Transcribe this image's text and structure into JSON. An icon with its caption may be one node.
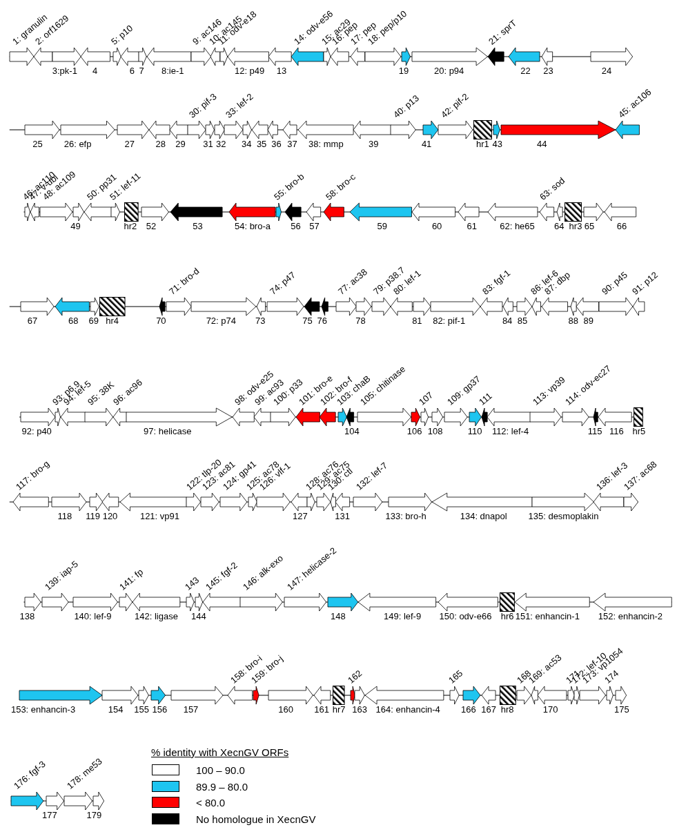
{
  "diagram": {
    "nodes": [
      {
        "text": [
          "1: granulin"
        ]
      },
      {
        "text": [
          "2: orf1629"
        ]
      },
      {
        "text": [
          "3:pk-1"
        ]
      },
      {
        "text": [
          "4"
        ]
      },
      {
        "text": [
          "5: p10"
        ]
      },
      {
        "text": [
          "6"
        ]
      },
      {
        "text": [
          "7"
        ]
      },
      {
        "text": [
          "8:ie-1"
        ]
      },
      {
        "text": [
          "9: ac146"
        ]
      },
      {
        "text": [
          "10: ac145"
        ]
      },
      {
        "text": [
          "11: odv-e18"
        ]
      },
      {
        "text": [
          "12: p49"
        ]
      },
      {
        "text": [
          "13"
        ]
      },
      {
        "text": [
          "14: odv-e56"
        ]
      },
      {
        "text": [
          "15: ac29"
        ]
      },
      {
        "text": [
          "16: pep"
        ]
      },
      {
        "text": [
          "17: pep"
        ]
      },
      {
        "text": [
          "18: pep/p10"
        ]
      },
      {
        "text": [
          "19"
        ]
      },
      {
        "text": [
          "20: p94"
        ]
      },
      {
        "text": [
          "21: sprT"
        ]
      },
      {
        "text": [
          "22"
        ]
      },
      {
        "text": [
          "23"
        ]
      },
      {
        "text": [
          "24"
        ]
      },
      {
        "text": [
          "25"
        ]
      },
      {
        "text": [
          "26: efp"
        ]
      },
      {
        "text": [
          "27"
        ]
      },
      {
        "text": [
          "28"
        ]
      },
      {
        "text": [
          "29"
        ]
      },
      {
        "text": [
          "30: pif-3"
        ]
      },
      {
        "text": [
          "31"
        ]
      },
      {
        "text": [
          "32"
        ]
      },
      {
        "text": [
          "33: lef-2"
        ]
      },
      {
        "text": [
          "34"
        ]
      },
      {
        "text": [
          "35"
        ]
      },
      {
        "text": [
          "36"
        ]
      },
      {
        "text": [
          "37"
        ]
      },
      {
        "text": [
          "38: mmp"
        ]
      },
      {
        "text": [
          "39"
        ]
      },
      {
        "text": [
          "40: p13"
        ]
      },
      {
        "text": [
          "41"
        ]
      },
      {
        "text": [
          "42: pif-2"
        ]
      },
      {
        "text": [
          "hr1"
        ]
      },
      {
        "text": [
          "43"
        ]
      },
      {
        "text": [
          "44"
        ]
      },
      {
        "text": [
          "45: ac106"
        ]
      },
      {
        "text": [
          "46: ac110"
        ]
      },
      {
        "text": [
          "47: v-ubi"
        ]
      },
      {
        "text": [
          "48: ac109"
        ]
      },
      {
        "text": [
          "49"
        ]
      },
      {
        "text": [
          "50: pp31"
        ]
      },
      {
        "text": [
          "51: lef-11"
        ]
      },
      {
        "text": [
          "hr2"
        ]
      },
      {
        "text": [
          "52"
        ]
      },
      {
        "text": [
          "53"
        ]
      },
      {
        "text": [
          "54: bro-a"
        ]
      },
      {
        "text": [
          "55: bro-b"
        ]
      },
      {
        "text": [
          "56"
        ]
      },
      {
        "text": [
          "57"
        ]
      },
      {
        "text": [
          "58: bro-c"
        ]
      },
      {
        "text": [
          "59"
        ]
      },
      {
        "text": [
          "60"
        ]
      },
      {
        "text": [
          "61"
        ]
      },
      {
        "text": [
          "62: he65"
        ]
      },
      {
        "text": [
          "63: sod"
        ]
      },
      {
        "text": [
          "64"
        ]
      },
      {
        "text": [
          "hr3"
        ]
      },
      {
        "text": [
          "65"
        ]
      },
      {
        "text": [
          "66"
        ]
      },
      {
        "text": [
          "67"
        ]
      },
      {
        "text": [
          "68"
        ]
      },
      {
        "text": [
          "69"
        ]
      },
      {
        "text": [
          "hr4"
        ]
      },
      {
        "text": [
          "70"
        ]
      },
      {
        "text": [
          "71: bro-d"
        ]
      },
      {
        "text": [
          "72: p74"
        ]
      },
      {
        "text": [
          "73"
        ]
      },
      {
        "text": [
          "74: p47"
        ]
      },
      {
        "text": [
          "75"
        ]
      },
      {
        "text": [
          "76"
        ]
      },
      {
        "text": [
          "77: ac38"
        ]
      },
      {
        "text": [
          "78"
        ]
      },
      {
        "text": [
          "79: p38.7"
        ]
      },
      {
        "text": [
          "80: lef-1"
        ]
      },
      {
        "text": [
          "81"
        ]
      },
      {
        "text": [
          "82: pif-1"
        ]
      },
      {
        "text": [
          "83: fgf-1"
        ]
      },
      {
        "text": [
          "84"
        ]
      },
      {
        "text": [
          "85"
        ]
      },
      {
        "text": [
          "86: lef-6"
        ]
      },
      {
        "text": [
          "87: dbp"
        ]
      },
      {
        "text": [
          "88"
        ]
      },
      {
        "text": [
          "89"
        ]
      },
      {
        "text": [
          "90: p45"
        ]
      },
      {
        "text": [
          "91: p12"
        ]
      },
      {
        "text": [
          "92: p40"
        ]
      },
      {
        "text": [
          "93: p6.9"
        ]
      },
      {
        "text": [
          "94: lef-5"
        ]
      },
      {
        "text": [
          "95: 38K"
        ]
      },
      {
        "text": [
          "96: ac96"
        ]
      },
      {
        "text": [
          "97: helicase"
        ]
      },
      {
        "text": [
          "98: odv-e25"
        ]
      },
      {
        "text": [
          "99: ac93"
        ]
      },
      {
        "text": [
          "100: p33"
        ]
      },
      {
        "text": [
          "101: bro-e"
        ]
      },
      {
        "text": [
          "102: bro-f"
        ]
      },
      {
        "text": [
          "103: chaB"
        ]
      },
      {
        "text": [
          "104"
        ]
      },
      {
        "text": [
          "105: chitinase"
        ]
      },
      {
        "text": [
          "106"
        ]
      },
      {
        "text": [
          "107"
        ]
      },
      {
        "text": [
          "108"
        ]
      },
      {
        "text": [
          "109: gp37"
        ]
      },
      {
        "text": [
          "110"
        ]
      },
      {
        "text": [
          "111"
        ]
      },
      {
        "text": [
          "112: lef-4"
        ]
      },
      {
        "text": [
          "113: vp39"
        ]
      },
      {
        "text": [
          "114: odv-ec27"
        ]
      },
      {
        "text": [
          "115"
        ]
      },
      {
        "text": [
          "116"
        ]
      },
      {
        "text": [
          "hr5"
        ]
      },
      {
        "text": [
          "117: bro-g"
        ]
      },
      {
        "text": [
          "118"
        ]
      },
      {
        "text": [
          "119"
        ]
      },
      {
        "text": [
          "120"
        ]
      },
      {
        "text": [
          "121: vp91"
        ]
      },
      {
        "text": [
          "122: tlp-20"
        ]
      },
      {
        "text": [
          "123: ac81"
        ]
      },
      {
        "text": [
          "124: gp41"
        ]
      },
      {
        "text": [
          "125: ac78"
        ]
      },
      {
        "text": [
          "126: vlf-1"
        ]
      },
      {
        "text": [
          "127"
        ]
      },
      {
        "text": [
          "128: ac76"
        ]
      },
      {
        "text": [
          "129: ac75"
        ]
      },
      {
        "text": [
          "130: ctl"
        ]
      },
      {
        "text": [
          "131"
        ]
      },
      {
        "text": [
          "132: lef-7"
        ]
      },
      {
        "text": [
          "133: bro-h"
        ]
      },
      {
        "text": [
          "134: dnapol"
        ]
      },
      {
        "text": [
          "135: desmoplakin"
        ]
      },
      {
        "text": [
          "136: lef-3"
        ]
      },
      {
        "text": [
          "137: ac68"
        ]
      },
      {
        "text": [
          "138"
        ]
      },
      {
        "text": [
          "139: iap-5"
        ]
      },
      {
        "text": [
          "140: lef-9"
        ]
      },
      {
        "text": [
          "141: fp"
        ]
      },
      {
        "text": [
          "142: ligase"
        ]
      },
      {
        "text": [
          "143"
        ]
      },
      {
        "text": [
          "144"
        ]
      },
      {
        "text": [
          "145: fgf-2"
        ]
      },
      {
        "text": [
          "146: alk-exo"
        ]
      },
      {
        "text": [
          "147: helicase-2"
        ]
      },
      {
        "text": [
          "148"
        ]
      },
      {
        "text": [
          "149: lef-9"
        ]
      },
      {
        "text": [
          "150: odv-e66"
        ]
      },
      {
        "text": [
          "hr6"
        ]
      },
      {
        "text": [
          "151: enhancin-1"
        ]
      },
      {
        "text": [
          "152: enhancin-2"
        ]
      },
      {
        "text": [
          "153: enhancin-3"
        ]
      },
      {
        "text": [
          "154"
        ]
      },
      {
        "text": [
          "155"
        ]
      },
      {
        "text": [
          "156"
        ]
      },
      {
        "text": [
          "157"
        ]
      },
      {
        "text": [
          "158: bro-i"
        ]
      },
      {
        "text": [
          "159: bro-j"
        ]
      },
      {
        "text": [
          "160"
        ]
      },
      {
        "text": [
          "161"
        ]
      },
      {
        "text": [
          "hr7"
        ]
      },
      {
        "text": [
          "162"
        ]
      },
      {
        "text": [
          "163"
        ]
      },
      {
        "text": [
          "164: enhancin-4"
        ]
      },
      {
        "text": [
          "165"
        ]
      },
      {
        "text": [
          "166"
        ]
      },
      {
        "text": [
          "167"
        ]
      },
      {
        "text": [
          "hr8"
        ]
      },
      {
        "text": [
          "168"
        ]
      },
      {
        "text": [
          "169: ac53"
        ]
      },
      {
        "text": [
          "170"
        ]
      },
      {
        "text": [
          "171"
        ]
      },
      {
        "text": [
          "172: lef-10"
        ]
      },
      {
        "text": [
          "173: vp1054"
        ]
      },
      {
        "text": [
          "174"
        ]
      },
      {
        "text": [
          "175"
        ]
      },
      {
        "text": [
          "176: fgf-3"
        ]
      },
      {
        "text": [
          "177"
        ]
      },
      {
        "text": [
          "178: me53"
        ]
      },
      {
        "text": [
          "179"
        ]
      }
    ],
    "labels": [
      "% identity with XecnGV ORFs"
    ],
    "legend": [
      {
        "text": "100 – 90.0",
        "color": "#ffffff"
      },
      {
        "text": "89.9 – 80.0",
        "color": "#1ec5f0"
      },
      {
        "text": "< 80.0",
        "color": "#ff0000"
      },
      {
        "text": "No homologue in XecnGV",
        "color": "#000000"
      }
    ]
  }
}
